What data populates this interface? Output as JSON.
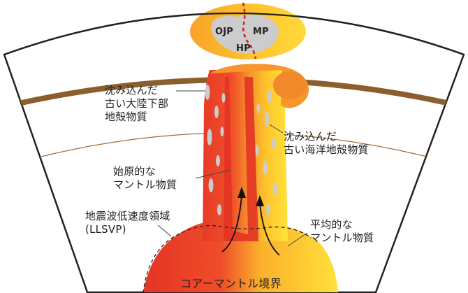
{
  "labels": {
    "ojp": "OJP",
    "mp": "MP",
    "hp": "HP",
    "sunken_continental": "沈み込んだ\n古い大陸下部\n地殻物質",
    "sunken_oceanic": "沈み込んだ\n古い海洋地殻物質",
    "primitive_mantle": "始原的な\nマントル物質",
    "llsvp": "地震波低速度領域\n(LLSVP)",
    "average_mantle": "平均的な\nマントル物質",
    "core_mantle_boundary": "コアーマントル境界"
  },
  "colors": {
    "plume_red": "#e8382a",
    "plume_orange": "#f47f2b",
    "plume_yellow": "#ffd12b",
    "lithosphere_brown": "#8b5e2e",
    "plateau_gray": "#cccccc",
    "ridge_dash": "#c62828"
  }
}
